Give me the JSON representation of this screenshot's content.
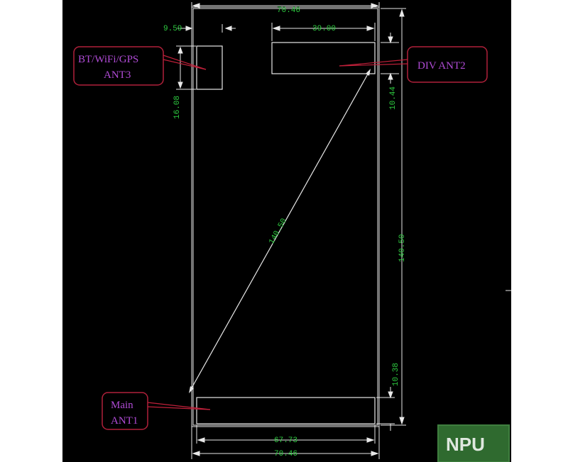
{
  "colors": {
    "canvas": "#000000",
    "outline": "#e8e8e8",
    "dimension": "#2ecc40",
    "callout_border": "#b0203a",
    "callout_text": "#b04bd6",
    "leader": "#c0203a",
    "logo_bg": "#2f6a2f",
    "logo_text": "#dfe8df"
  },
  "dimensions": {
    "top_width": "70.46",
    "ant3_offset": "9.59",
    "ant2_width": "39.00",
    "ant3_height": "16.08",
    "ant2_height": "10.44",
    "diagonal": "140.50",
    "overall_height": "140.50",
    "ant1_height": "10.38",
    "ant1_width": "67.73",
    "bottom_width": "70.46"
  },
  "callouts": {
    "ant3": {
      "line1": "BT/WiFi/GPS",
      "line2": "ANT3"
    },
    "ant2": {
      "line1": "DIV ANT2"
    },
    "ant1": {
      "line1": "Main",
      "line2": "ANT1"
    }
  },
  "logo": {
    "text": "NPU"
  }
}
